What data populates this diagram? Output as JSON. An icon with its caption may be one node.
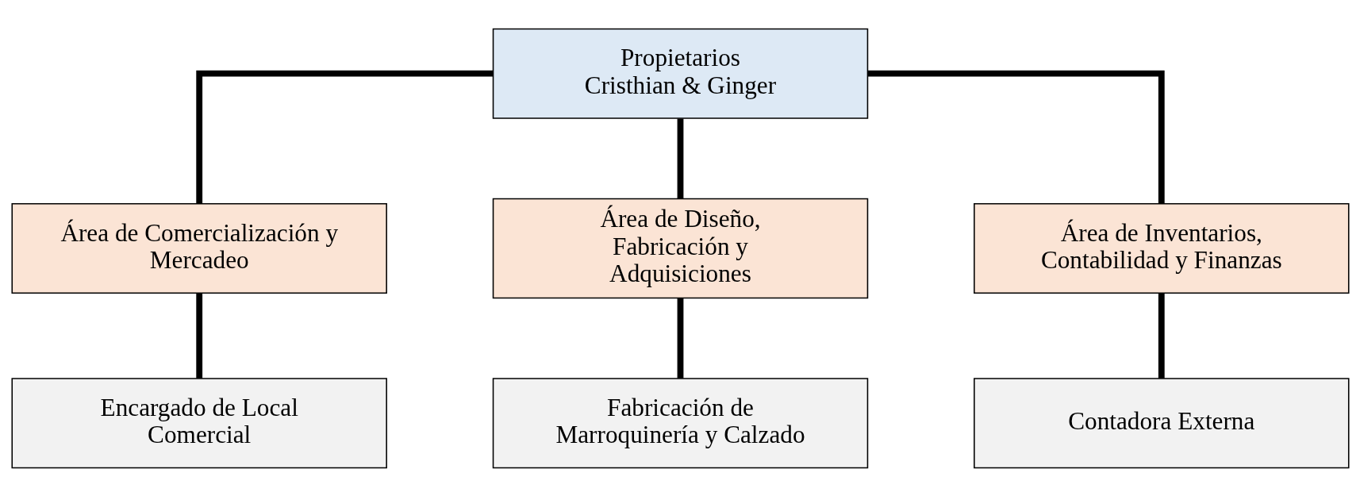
{
  "diagram": {
    "nodes": [
      {
        "text": [
          "Propietarios",
          "Cristhian & Ginger"
        ]
      },
      {
        "text": [
          "Área de Comercialización y Mercadeo"
        ]
      },
      {
        "text": [
          "Área de Diseño, Fabricación y Adquisiciones"
        ]
      },
      {
        "text": [
          "Área de Inventarios, Contabilidad y Finanzas"
        ]
      },
      {
        "text": [
          "Encargado de Local Comercial"
        ]
      },
      {
        "text": [
          "Fabricación de Marroquinería y Calzado"
        ]
      },
      {
        "text": [
          "Contadora Externa"
        ]
      }
    ],
    "edges": [
      {
        "from": 0,
        "to": 1,
        "arrow": "none"
      },
      {
        "from": 0,
        "to": 2,
        "arrow": "none"
      },
      {
        "from": 0,
        "to": 3,
        "arrow": "none"
      },
      {
        "from": 1,
        "to": 4,
        "arrow": "none"
      },
      {
        "from": 2,
        "to": 5,
        "arrow": "none"
      },
      {
        "from": 3,
        "to": 6,
        "arrow": "none"
      }
    ]
  }
}
